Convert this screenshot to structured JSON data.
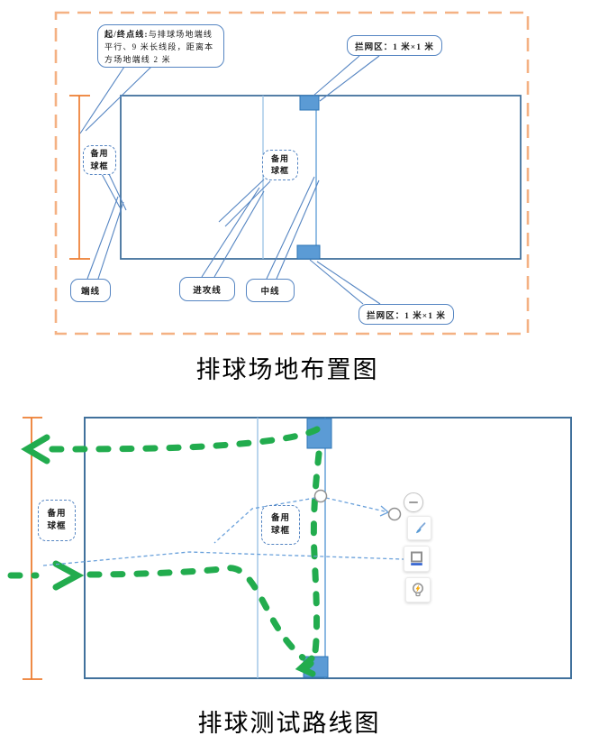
{
  "colors": {
    "dim_orange": "#ED7D31",
    "border_orange": "#F4B183",
    "court_border": "#41719C",
    "attack_line": "#9CC3E5",
    "net_line": "#5B9BD5",
    "square_fill": "#5B9BD5",
    "square_border": "#2E75B6",
    "callout_border": "#5585C2",
    "route_green": "#22AC4E",
    "connector_blue": "#6AA1DB"
  },
  "field_diagram": {
    "title": "排球场地布置图",
    "start_finish_callout_bold": "起/终点线:",
    "start_finish_callout_text": "与排球场地端线平行、9 米长线段，距离本方场地端线 2 米",
    "net_block_top_label": "拦网区：1 米×1 米",
    "net_block_bottom_label": "拦网区：1 米×1 米",
    "end_line_label": "端线",
    "attack_line_label": "进攻线",
    "center_line_label": "中线",
    "spare_basket": {
      "line1": "备用",
      "line2": "球框"
    }
  },
  "route_diagram": {
    "title": "排球测试路线图",
    "spare_basket": {
      "line1": "备用",
      "line2": "球框"
    }
  },
  "toolbar": {
    "buttons": [
      "collapse-minus",
      "brush",
      "frame-style",
      "lightbulb-tip"
    ]
  }
}
